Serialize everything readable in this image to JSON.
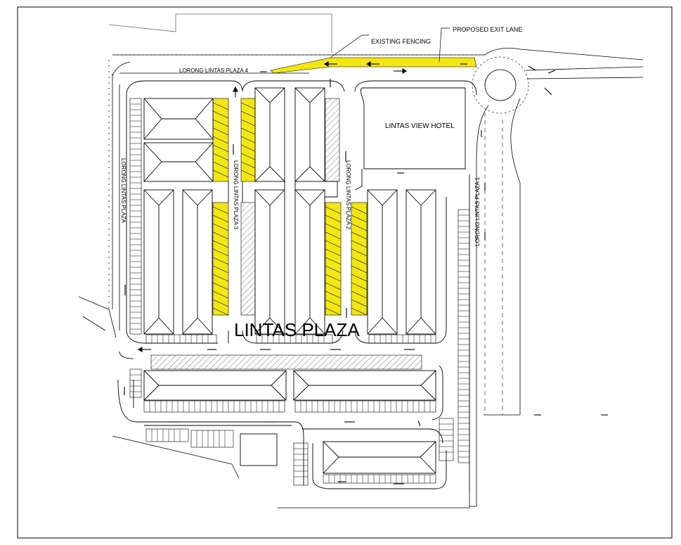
{
  "plan": {
    "title": "LINTAS PLAZA",
    "labels": {
      "existing_fencing": "EXISTING FENCING",
      "proposed_exit_lane": "PROPOSED EXIT LANE",
      "hotel": "LINTAS VIEW HOTEL",
      "road_plaza_4": "LORONG LINTAS PLAZA 4",
      "road_plaza_3": "LORONG LINTAS PLAZA 3",
      "road_plaza_2": "LORONG LINTAS PLAZA 2",
      "road_plaza_1": "LORONG LINTAS PLAZA 1",
      "road_plaza_left": "LORONG LINTAS PLAZA"
    },
    "colors": {
      "highlight": "#f2e614",
      "line": "#000000",
      "hatch": "#9a9a9a"
    }
  }
}
